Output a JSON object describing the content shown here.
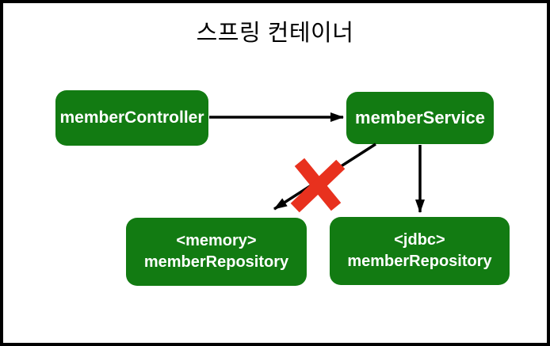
{
  "diagram": {
    "title": "스프링 컨테이너",
    "colors": {
      "node_green": "#127B12",
      "node_text": "#FFFFFF",
      "arrow": "#000000",
      "cross_out_red": "#E8311E",
      "frame_border": "#000000",
      "background": "#FFFFFF"
    },
    "nodes": [
      {
        "id": "memberController",
        "label": "memberController"
      },
      {
        "id": "memberService",
        "label": "memberService"
      },
      {
        "id": "memoryMemberRepository",
        "label_line1": "<memory>",
        "label_line2": "memberRepository"
      },
      {
        "id": "jdbcMemberRepository",
        "label_line1": "<jdbc>",
        "label_line2": "memberRepository"
      }
    ],
    "edges": [
      {
        "from": "memberController",
        "to": "memberService",
        "style": "solid-arrow",
        "crossed_out": false
      },
      {
        "from": "memberService",
        "to": "memoryMemberRepository",
        "style": "solid-arrow",
        "crossed_out": true
      },
      {
        "from": "memberService",
        "to": "jdbcMemberRepository",
        "style": "solid-arrow",
        "crossed_out": false
      }
    ]
  }
}
